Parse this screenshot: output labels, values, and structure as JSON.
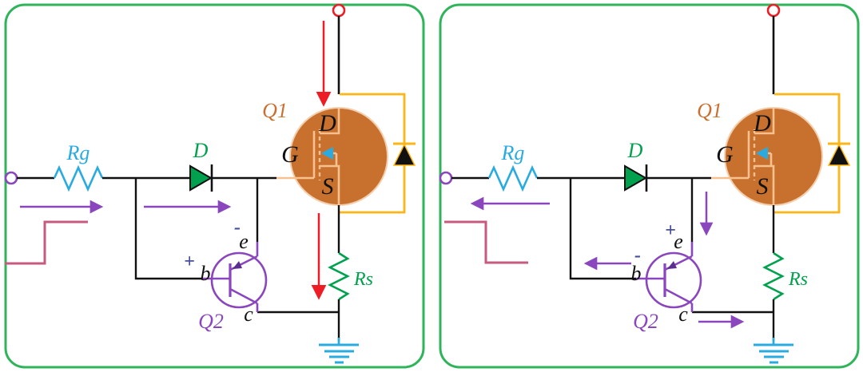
{
  "figure": {
    "type": "circuit-schematic",
    "description_visible_text_only": true,
    "colors": {
      "panel_border_green": "#2fb45a",
      "wire_black": "#111111",
      "gate_resistor_cyan": "#29abe2",
      "diode_and_rs_green": "#00a14e",
      "bjt_and_arrow_purple": "#8a46bd",
      "input_step_pink": "#c75b7f",
      "current_arrow_red": "#ee1c25",
      "mosfet_body_fill_orange": "#c8712f",
      "mosfet_symbol_light_orange": "#f7c08d",
      "body_diode_amber": "#ffb515",
      "mosfet_substrate_arrow_blue": "#29abe2",
      "polarity_sign_blue": "#44509e",
      "ground_cyan": "#29abe2"
    },
    "panels": [
      {
        "id": "left-panel-turn-on",
        "input_waveform": "rising-step",
        "labels": {
          "rg": "Rg",
          "d": "D",
          "q1": "Q1",
          "q2": "Q2",
          "rs": "Rs",
          "mosfet_drain": "D",
          "mosfet_gate": "G",
          "mosfet_source": "S",
          "bjt_emitter": "e",
          "bjt_base": "b",
          "bjt_collector": "c",
          "emitter_sign": "-",
          "base_sign": "+"
        },
        "arrow_icons": [
          "red-down-arrow-drain-current",
          "purple-right-arrow-input-current",
          "purple-right-arrow-gate-current",
          "red-down-arrow-source-current"
        ]
      },
      {
        "id": "right-panel-turn-off",
        "input_waveform": "falling-step",
        "labels": {
          "rg": "Rg",
          "d": "D",
          "q1": "Q1",
          "q2": "Q2",
          "rs": "Rs",
          "mosfet_drain": "D",
          "mosfet_gate": "G",
          "mosfet_source": "S",
          "bjt_emitter": "e",
          "bjt_base": "b",
          "bjt_collector": "c",
          "emitter_sign": "+",
          "base_sign": "-"
        },
        "arrow_icons": [
          "purple-left-arrow-discharge-current",
          "purple-down-arrow-emitter-current",
          "purple-left-arrow-base-current",
          "purple-right-arrow-collector-current"
        ]
      }
    ]
  }
}
